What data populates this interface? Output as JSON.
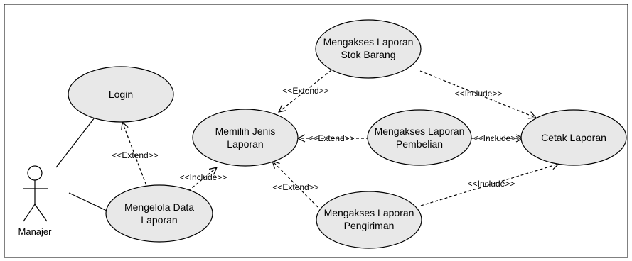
{
  "actor": {
    "label": "Manajer"
  },
  "use_cases": {
    "login": [
      "Login"
    ],
    "mengelola": [
      "Mengelola Data",
      "Laporan"
    ],
    "memilih": [
      "Memilih Jenis",
      "Laporan"
    ],
    "stok": [
      "Mengakses Laporan",
      "Stok Barang"
    ],
    "pembelian": [
      "Mengakses Laporan",
      "Pembelian"
    ],
    "pengiriman": [
      "Mengakses Laporan",
      "Pengiriman"
    ],
    "cetak": [
      "Cetak Laporan"
    ]
  },
  "relations": {
    "mengelola_login": "<<Extend>>",
    "mengelola_memilih": "<<Include>>",
    "stok_memilih": "<<Extend>>",
    "pembelian_memilih": "<<Extend>>",
    "pengiriman_memilih": "<<Extend>>",
    "stok_cetak": "<<Include>>",
    "pembelian_cetak": "<<Include>>",
    "pengiriman_cetak": "<<Include>>"
  }
}
